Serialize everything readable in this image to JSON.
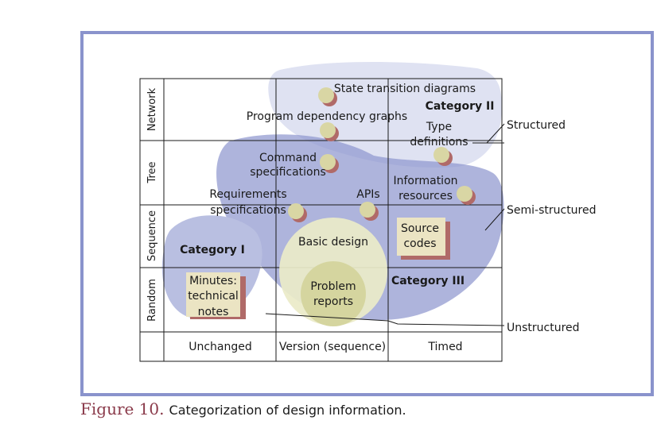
{
  "rows": [
    "Network",
    "Tree",
    "Sequence",
    "Random"
  ],
  "columns": [
    "Unchanged",
    "Version (sequence)",
    "Timed"
  ],
  "categories": {
    "cat1": "Category I",
    "cat2": "Category II",
    "cat3": "Category III"
  },
  "items": {
    "state_transition": "State transition diagrams",
    "program_dependency": "Program dependency graphs",
    "type_def_1": "Type",
    "type_def_2": "definitions",
    "command_spec_1": "Command",
    "command_spec_2": "specifications",
    "requirements_1": "Requirements",
    "requirements_2": "specifications",
    "apis": "APIs",
    "info_res_1": "Information",
    "info_res_2": "resources",
    "basic_design": "Basic design",
    "problem_1": "Problem",
    "problem_2": "reports",
    "source_1": "Source",
    "source_2": "codes",
    "minutes_1": "Minutes:",
    "minutes_2": "technical",
    "minutes_3": "notes"
  },
  "legend": {
    "structured": "Structured",
    "semi": "Semi-structured",
    "unstructured": "Unstructured"
  },
  "caption": {
    "number": "Figure 10.",
    "text": "Categorization of design information."
  },
  "colors": {
    "frame": "#8a93cc",
    "region_light": "#dfe2f2",
    "region_mid": "#b9bfe1",
    "region_semi": "#8f97cf",
    "circle_outer": "#ebebc8",
    "circle_inner": "#d5d59f",
    "note_fill": "#ebe4c3",
    "note_shadow": "#b06a68",
    "dot_fill": "#d9d6a4",
    "dot_shadow": "#b06a68",
    "caption_number": "#8a3a4a"
  }
}
